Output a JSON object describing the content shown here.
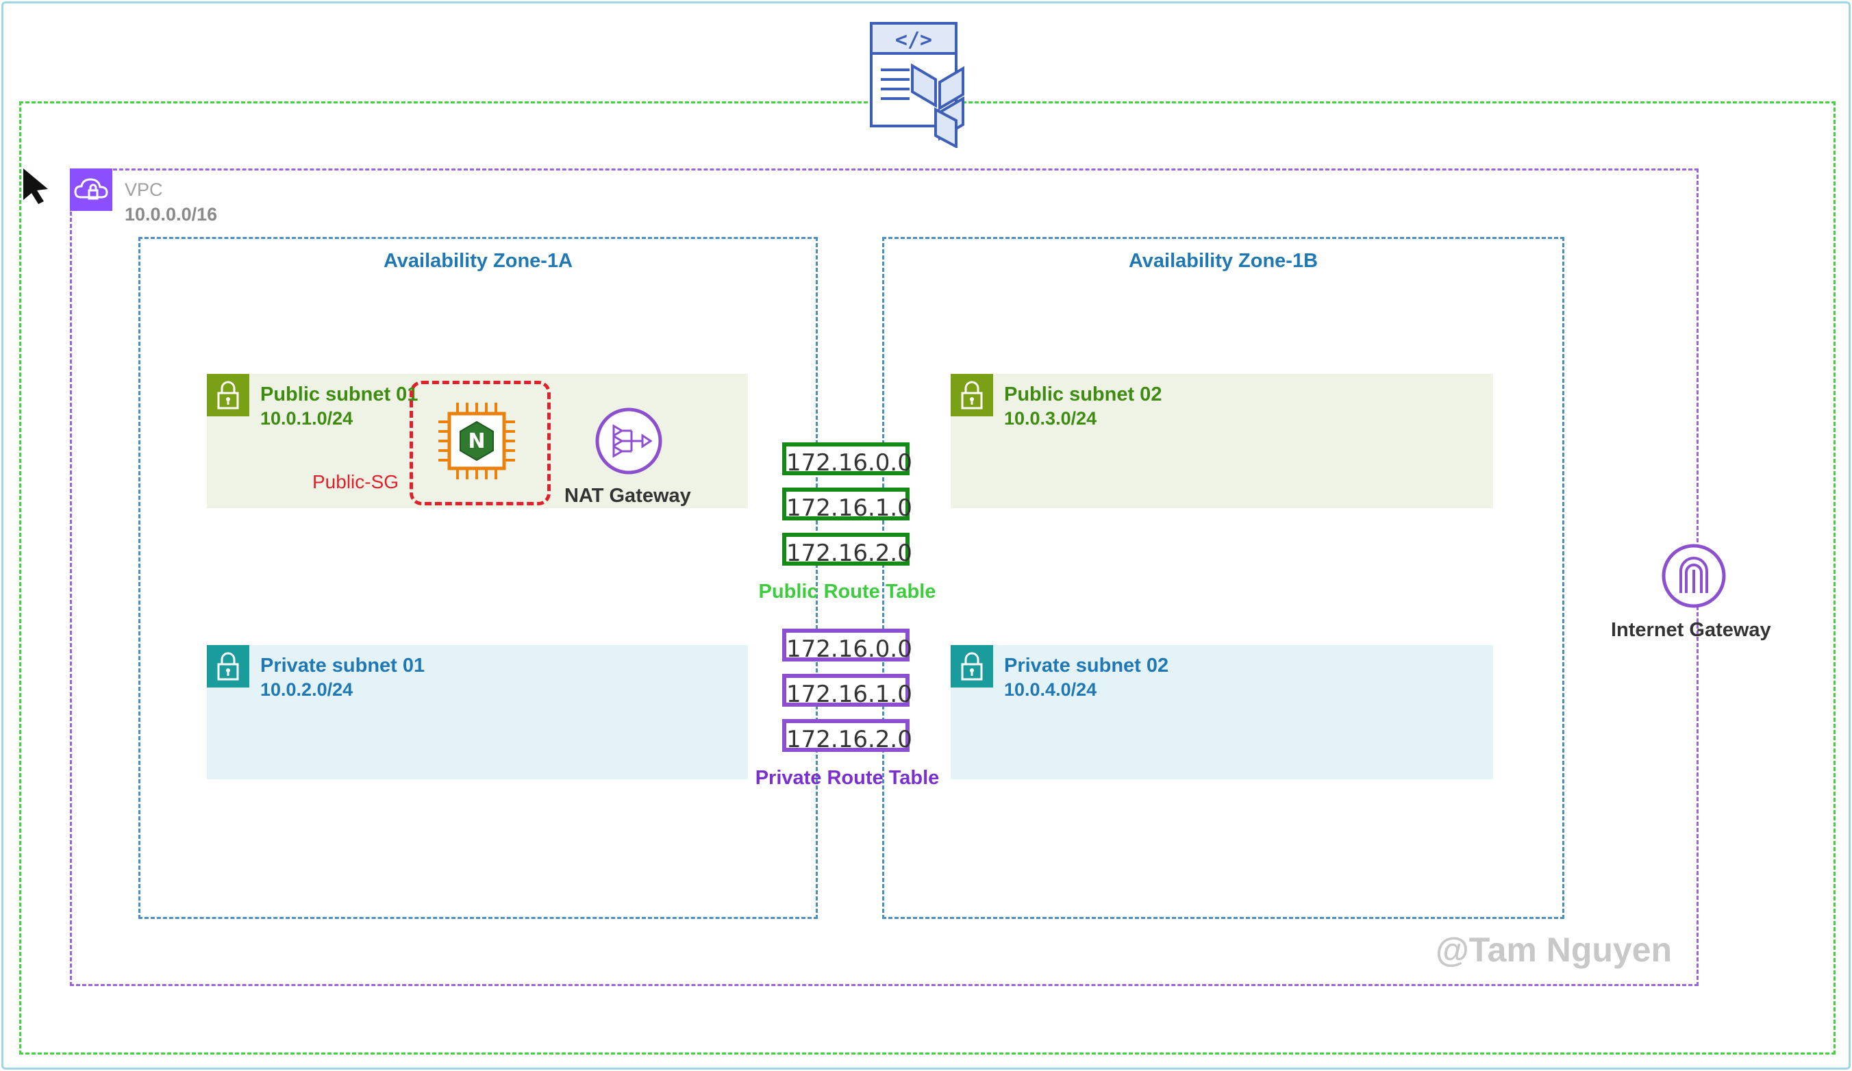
{
  "vpc": {
    "label": "VPC",
    "cidr": "10.0.0.0/16"
  },
  "zones": [
    {
      "title": "Availability Zone-1A"
    },
    {
      "title": "Availability Zone-1B"
    }
  ],
  "subnets": {
    "public_01": {
      "name": "Public subnet 01",
      "cidr": "10.0.1.0/24"
    },
    "private_01": {
      "name": "Private subnet 01",
      "cidr": "10.0.2.0/24"
    },
    "public_02": {
      "name": "Public subnet 02",
      "cidr": "10.0.3.0/24"
    },
    "private_02": {
      "name": "Private subnet 02",
      "cidr": "10.0.4.0/24"
    }
  },
  "security_group": {
    "label": "Public-SG"
  },
  "nat_gateway": {
    "label": "NAT Gateway"
  },
  "internet_gateway": {
    "label": "Internet Gateway"
  },
  "public_route_table": {
    "title": "Public Route Table",
    "entries": [
      "172.16.0.0",
      "172.16.1.0",
      "172.16.2.0"
    ]
  },
  "private_route_table": {
    "title": "Private Route Table",
    "entries": [
      "172.16.0.0",
      "172.16.1.0",
      "172.16.2.0"
    ]
  },
  "watermark": "@Tam Nguyen",
  "colors": {
    "public_green": "#7aa116",
    "private_teal": "#1a9c9c",
    "vpc_purple": "#8c4fff",
    "sg_red": "#e0202a",
    "route_green": "#168a16",
    "route_purple": "#8c4fd0"
  },
  "icons": {
    "terraform": "terraform-code-icon",
    "vpc": "vpc-cloud-icon",
    "subnet": "lock-icon",
    "ec2": "ec2-chip-icon",
    "nat": "nat-gateway-icon",
    "igw": "internet-gateway-icon",
    "cursor": "mouse-pointer-icon"
  }
}
